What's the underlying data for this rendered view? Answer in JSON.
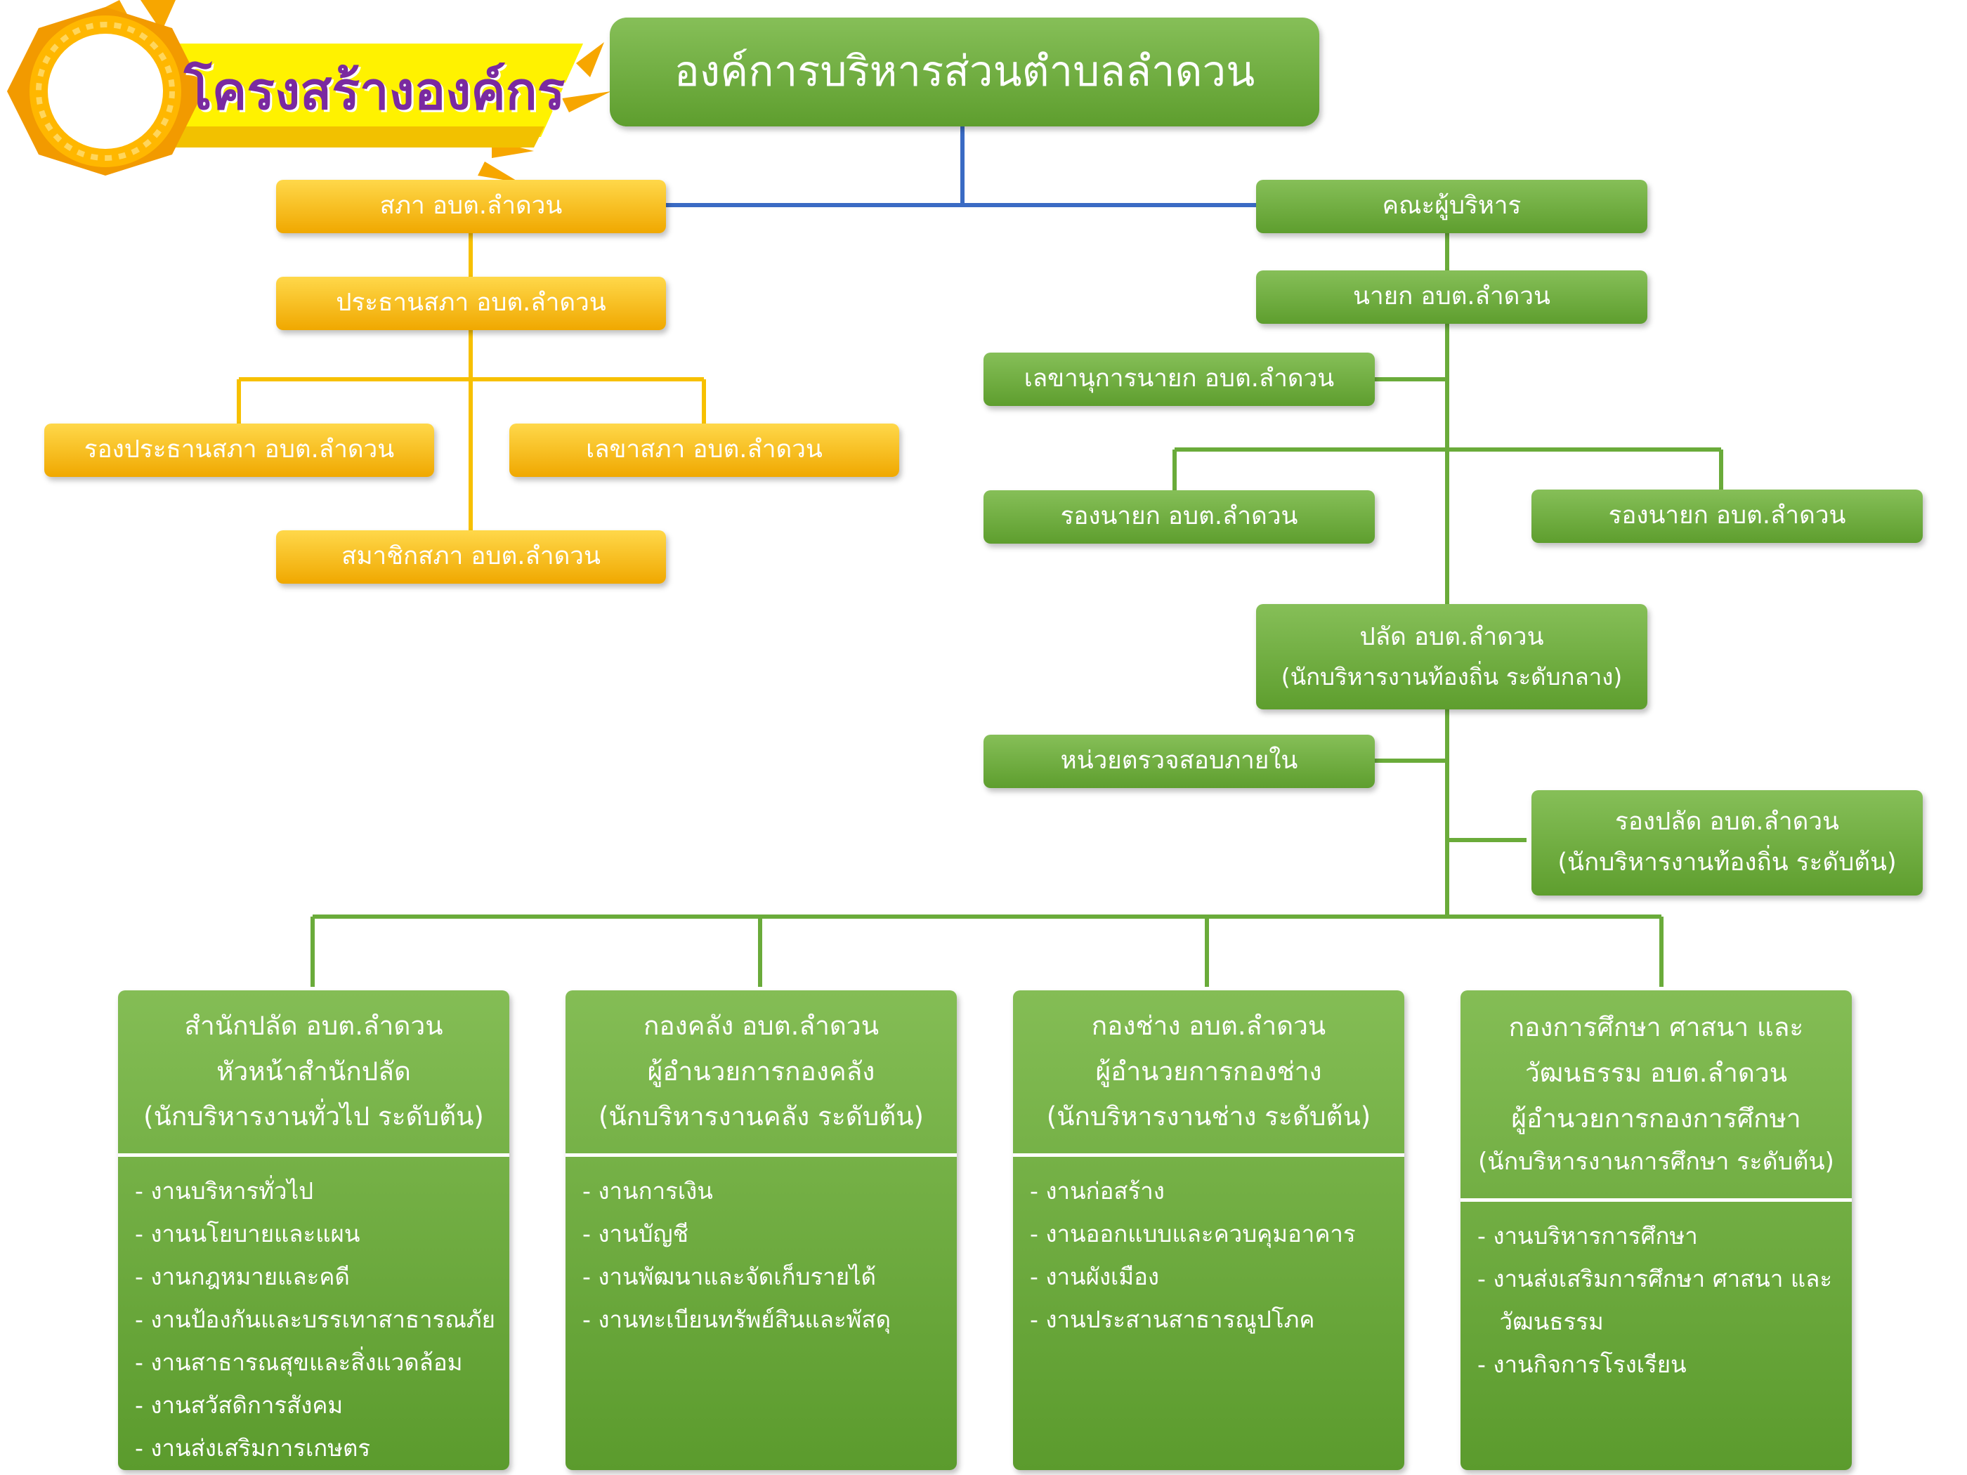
{
  "badge": {
    "title": "โครงสร้างองค์กร"
  },
  "header": {
    "title": "องค์การบริหารส่วนตำบลลำดวน"
  },
  "council": {
    "council": "สภา อบต.ลำดวน",
    "chair": "ประธานสภา อบต.ลำดวน",
    "vice_chair": "รองประธานสภา อบต.ลำดวน",
    "secretary": "เลขาสภา อบต.ลำดวน",
    "member": "สมาชิกสภา อบต.ลำดวน"
  },
  "executive": {
    "board": "คณะผู้บริหาร",
    "mayor": "นายก อบต.ลำดวน",
    "mayor_secretary": "เลขานุการนายก อบต.ลำดวน",
    "deputy_mayor_left": "รองนายก อบต.ลำดวน",
    "deputy_mayor_right": "รองนายก อบต.ลำดวน",
    "clerk": "ปลัด อบต.ลำดวน",
    "clerk_sub": "(นักบริหารงานท้องถิ่น ระดับกลาง)",
    "audit": "หน่วยตรวจสอบภายใน",
    "deputy_clerk": "รองปลัด อบต.ลำดวน",
    "deputy_clerk_sub": "(นักบริหารงานท้องถิ่น ระดับต้น)"
  },
  "departments": [
    {
      "head": [
        "สำนักปลัด อบต.ลำดวน",
        "หัวหน้าสำนักปลัด",
        "(นักบริหารงานทั่วไป ระดับต้น)"
      ],
      "items": [
        "- งานบริหารทั่วไป",
        "- งานนโยบายและแผน",
        "- งานกฎหมายและคดี",
        "- งานป้องกันและบรรเทาสาธารณภัย",
        "- งานสาธารณสุขและสิ่งแวดล้อม",
        "- งานสวัสดิการสังคม",
        "- งานส่งเสริมการเกษตร"
      ]
    },
    {
      "head": [
        "กองคลัง อบต.ลำดวน",
        "ผู้อำนวยการกองคลัง",
        "(นักบริหารงานคลัง ระดับต้น)"
      ],
      "items": [
        "- งานการเงิน",
        "- งานบัญชี",
        "- งานพัฒนาและจัดเก็บรายได้",
        "- งานทะเบียนทรัพย์สินและพัสดุ"
      ]
    },
    {
      "head": [
        "กองช่าง อบต.ลำดวน",
        "ผู้อำนวยการกองช่าง",
        "(นักบริหารงานช่าง ระดับต้น)"
      ],
      "items": [
        "- งานก่อสร้าง",
        "- งานออกแบบและควบคุมอาคาร",
        "- งานผังเมือง",
        "- งานประสานสาธารณูปโภค"
      ]
    },
    {
      "head": [
        "กองการศึกษา ศาสนา และ",
        "วัฒนธรรม อบต.ลำดวน",
        "ผู้อำนวยการกองการศึกษา",
        "(นักบริหารงานการศึกษา ระดับต้น)"
      ],
      "items": [
        "- งานบริหารการศึกษา",
        "- งานส่งเสริมการศึกษา ศาสนา และ",
        "   วัฒนธรรม",
        "- งานกิจการโรงเรียน"
      ]
    }
  ],
  "colors": {
    "green": "#6aab3a",
    "yellow": "#f7b500",
    "blue_line": "#3a6bc4",
    "badge_text": "#7a2aa0"
  }
}
